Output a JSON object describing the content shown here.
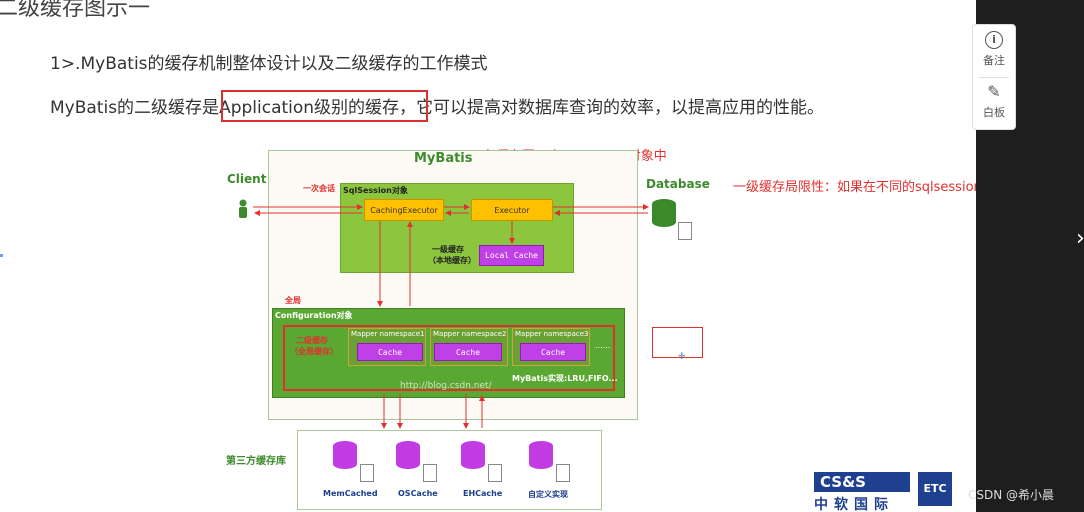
{
  "slide": {
    "title": "二级缓存图示一",
    "subtitle": "1>.MyBatis的缓存机制整体设计以及二级缓存的工作模式",
    "line_before": "MyBatis的二级缓存是",
    "line_highlight": "Application级别的缓存，",
    "line_after": "它可以提高对数据库查询的效率，以提高应用的性能。"
  },
  "annotations": {
    "same_session": "必须在同一个sqlsession对象中",
    "first_level_limit": "一级缓存局限性：如果在不同的sqlsession中，缓存不可用"
  },
  "diagram": {
    "mybatis_title": "MyBatis",
    "client_label": "Client",
    "database_label": "Database",
    "one_session": "一次会话",
    "sqlsession_label": "SqlSession对象",
    "caching_executor": "CachingExecutor",
    "executor": "Executor",
    "first_level_cache": "一级缓存",
    "local_cache_note": "（本地缓存）",
    "local_cache": "Local Cache",
    "global": "全局",
    "configuration_label": "Configuration对象",
    "second_level_cache": "二级缓存",
    "global_cache_note": "（全局缓存）",
    "namespaces": [
      {
        "label": "Mapper namespace1",
        "cache": "Cache"
      },
      {
        "label": "Mapper namespace2",
        "cache": "Cache"
      },
      {
        "label": "Mapper namespace3",
        "cache": "Cache"
      }
    ],
    "ellipsis": "......",
    "impl_note": "MyBatis实现:LRU,FIFO...",
    "watermark": "http://blog.csdn.net/",
    "third_party_label": "第三方缓存库",
    "third_party": [
      "MemCached",
      "OSCache",
      "EHCache",
      "自定义实现"
    ]
  },
  "side_panel": {
    "notes_label": "备注",
    "whiteboard_label": "白板"
  },
  "logo": {
    "text_top": "CS&S",
    "text_bottom": "中软国际",
    "badge": "ETC"
  },
  "footer": {
    "credit": "CSDN @希小晨"
  },
  "colors": {
    "accent_red": "#e2302f",
    "green_light": "#8cc63f",
    "green_dark": "#5aa832",
    "orange": "#ffc000",
    "purple": "#c040e8"
  }
}
